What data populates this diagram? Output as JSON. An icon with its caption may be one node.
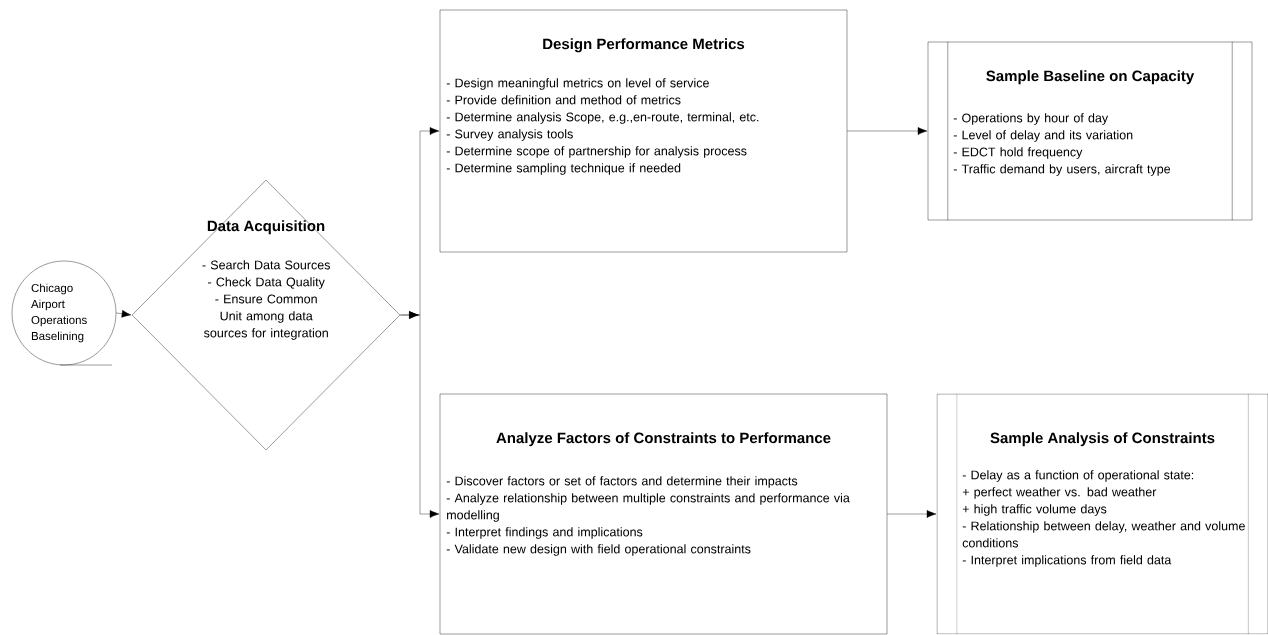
{
  "diagram": {
    "nodes": [
      {
        "text": [
          "Chicago Airport Operations Baselining"
        ]
      },
      {
        "text": [
          "Data Acquisition",
          "- Search Data Sources",
          "- Check Data Quality",
          "- Ensure Common Unit  among data sources for integration"
        ]
      },
      {
        "text": [
          "Design Performance Metrics",
          "- Design meaningful metrics on level of service",
          "- Provide definition and method of metrics",
          "- Determine analysis Scope, e.g.,en-route, terminal,  etc.",
          "- Survey analysis tools",
          "- Determine scope of partnership for analysis process",
          "- Determine sampling technique if needed"
        ]
      },
      {
        "text": [
          "Sample Baseline on Capacity",
          "- Operations by hour of day",
          "- Level of delay and its variation",
          "- EDCT hold frequency",
          "- Traffic demand by users, aircraft type"
        ]
      },
      {
        "text": [
          "Analyze Factors of Constraints to Performance",
          "- Discover factors or set of factors and determine their impacts",
          "- Analyze relationship between multiple constraints and performance via modelling",
          "- Interpret findings and implications",
          "- Validate new design with field operational constraints"
        ]
      },
      {
        "text": [
          "Sample Analysis of Constraints",
          "- Delay as a function of operational state:",
          "+ perfect weather vs. bad weather",
          "+ high traffic volume  days",
          "- Relationship between delay, weather and volume conditions",
          "- Interpret implications from field  data"
        ]
      }
    ],
    "edges": [
      {
        "from": 0,
        "to": 1,
        "arrow": "to"
      },
      {
        "from": 1,
        "to": 2,
        "arrow": "to"
      },
      {
        "from": 1,
        "to": 4,
        "arrow": "to"
      },
      {
        "from": 2,
        "to": 3,
        "arrow": "to"
      },
      {
        "from": 4,
        "to": 5,
        "arrow": "to"
      }
    ]
  }
}
